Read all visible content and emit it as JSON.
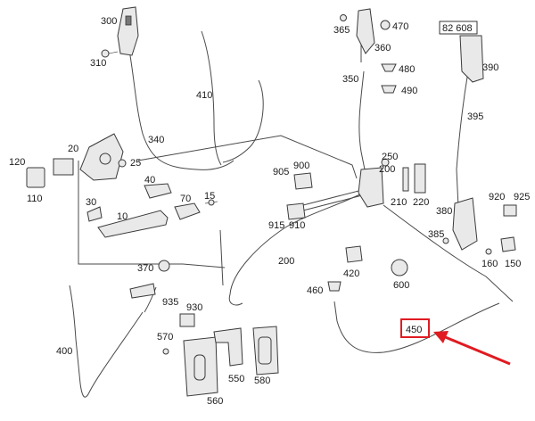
{
  "labels": {
    "p300": "300",
    "p310": "310",
    "p410": "410",
    "p340": "340",
    "p365": "365",
    "p470": "470",
    "p360": "360",
    "p480": "480",
    "p490": "490",
    "p350": "350",
    "p82608": "82 608",
    "p390": "390",
    "p395": "395",
    "p20": "20",
    "p25": "25",
    "p120": "120",
    "p110": "110",
    "p40": "40",
    "p70": "70",
    "p15": "15",
    "p30": "30",
    "p10": "10",
    "p250": "250",
    "p200b": "200",
    "p905": "905",
    "p900": "900",
    "p210": "210",
    "p220": "220",
    "p915": "915",
    "p910": "910",
    "p200": "200",
    "p920": "920",
    "p925": "925",
    "p380": "380",
    "p385": "385",
    "p160": "160",
    "p150": "150",
    "p370": "370",
    "p420": "420",
    "p600": "600",
    "p460": "460",
    "p450": "450",
    "p935": "935",
    "p930": "930",
    "p570": "570",
    "p550": "550",
    "p580": "580",
    "p560": "560",
    "p400": "400"
  },
  "colors": {
    "highlight": "#e01b22",
    "line": "#4a4a4a",
    "text": "#1a1a1a"
  },
  "callout": {
    "target": "450",
    "arrow_color": "#e01b22"
  }
}
